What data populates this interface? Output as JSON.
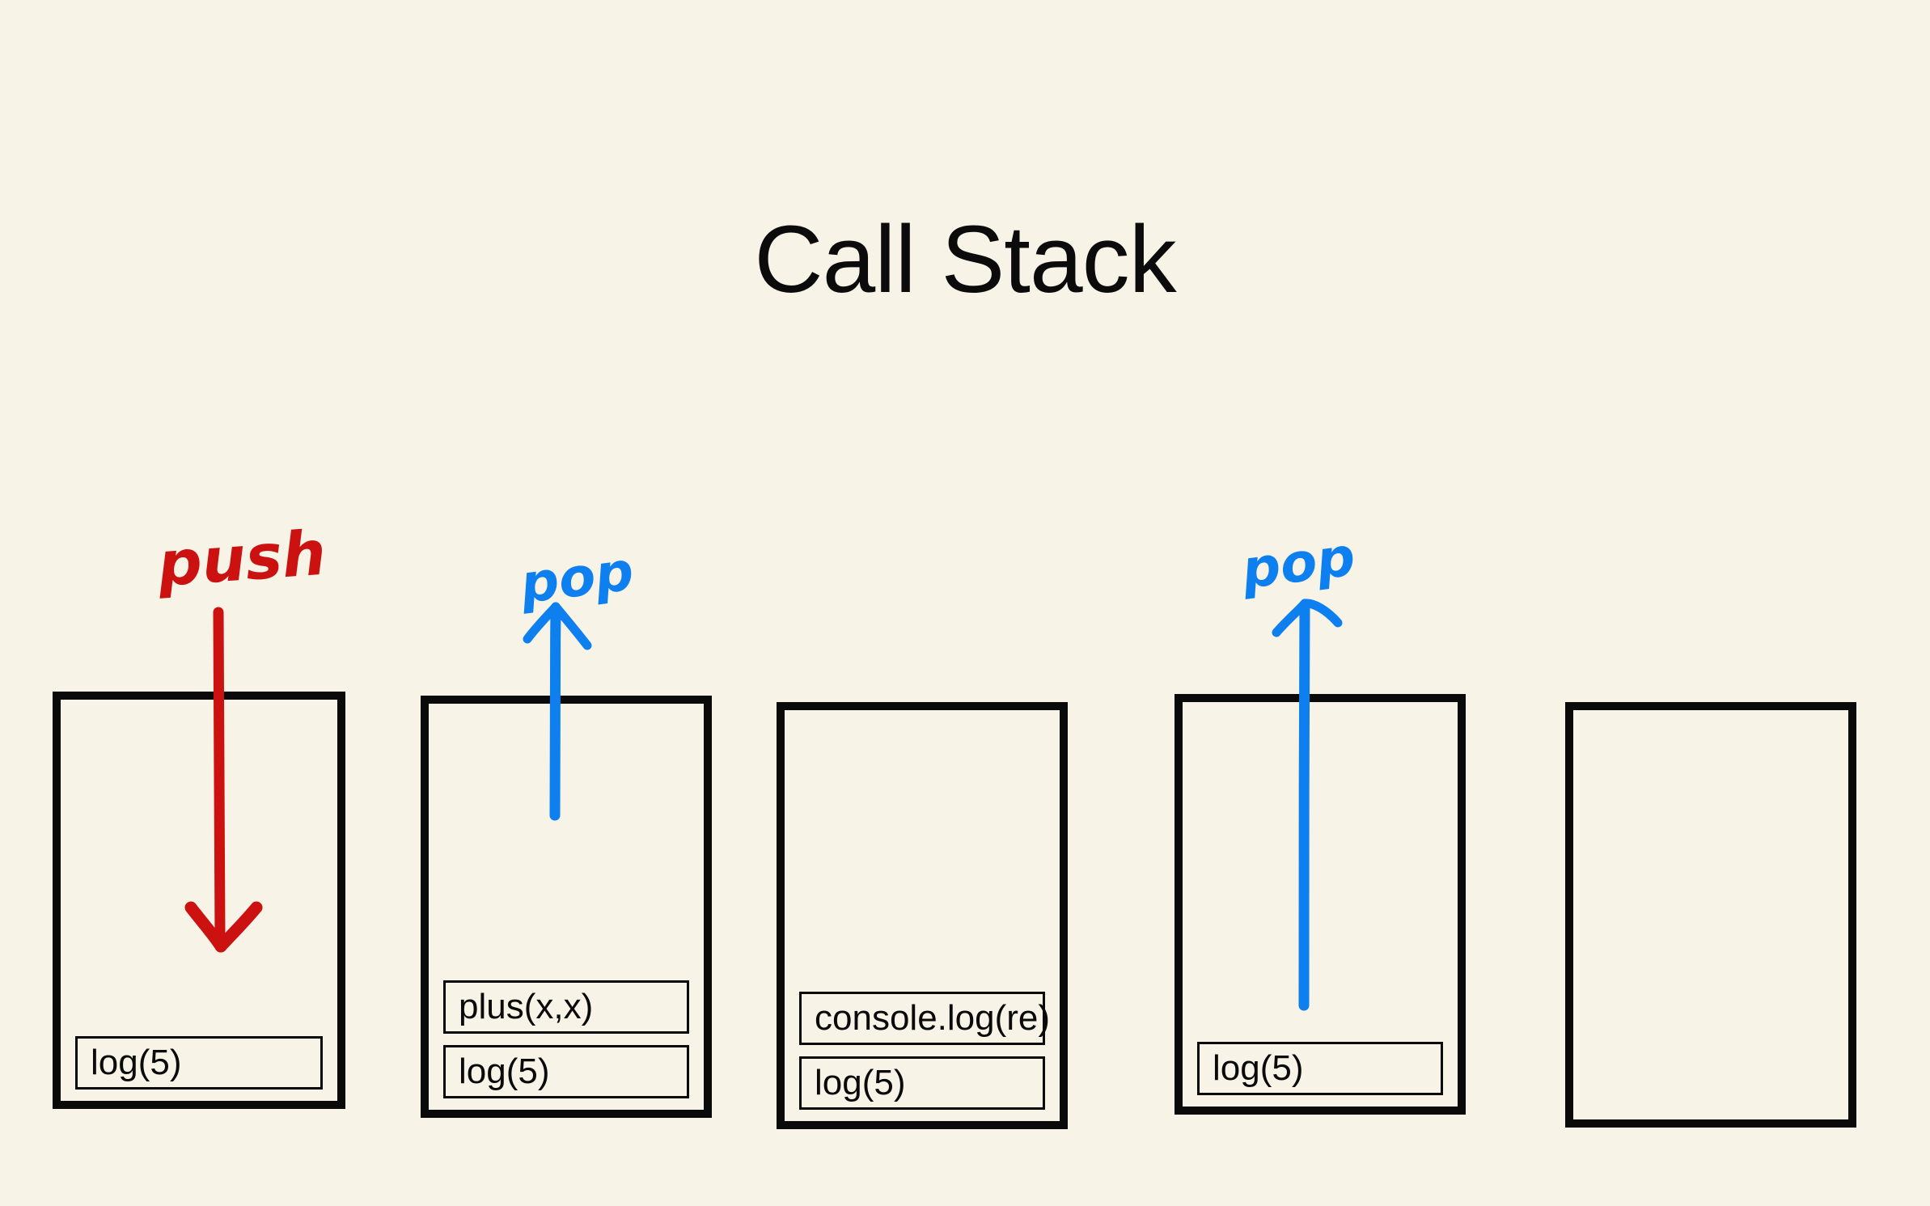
{
  "page": {
    "title": "Call Stack",
    "background_color": "#F7F4E7",
    "ink_color": "#0A0A0A",
    "push_color": "#CC1111",
    "pop_color": "#0D7FEE"
  },
  "stacks": [
    {
      "id": "stack-1",
      "frames": [
        "log(5)"
      ],
      "annotation": "push",
      "annotation_kind": "push",
      "arrow_direction": "down"
    },
    {
      "id": "stack-2",
      "frames": [
        "plus(x,x)",
        "log(5)"
      ],
      "annotation": "pop",
      "annotation_kind": "pop",
      "arrow_direction": "up"
    },
    {
      "id": "stack-3",
      "frames": [
        "console.log(re)",
        "log(5)"
      ],
      "annotation": "",
      "annotation_kind": "none",
      "arrow_direction": "none"
    },
    {
      "id": "stack-4",
      "frames": [
        "log(5)"
      ],
      "annotation": "pop",
      "annotation_kind": "pop",
      "arrow_direction": "up"
    },
    {
      "id": "stack-5",
      "frames": [],
      "annotation": "",
      "annotation_kind": "none",
      "arrow_direction": "none"
    }
  ],
  "labels": {
    "stack1_frame0": "log(5)",
    "stack2_frame0": "plus(x,x)",
    "stack2_frame1": "log(5)",
    "stack3_frame0": "console.log(re)",
    "stack3_frame1": "log(5)",
    "stack4_frame0": "log(5)"
  },
  "annotations": {
    "push_1": "push",
    "pop_2": "pop",
    "pop_4": "pop"
  }
}
